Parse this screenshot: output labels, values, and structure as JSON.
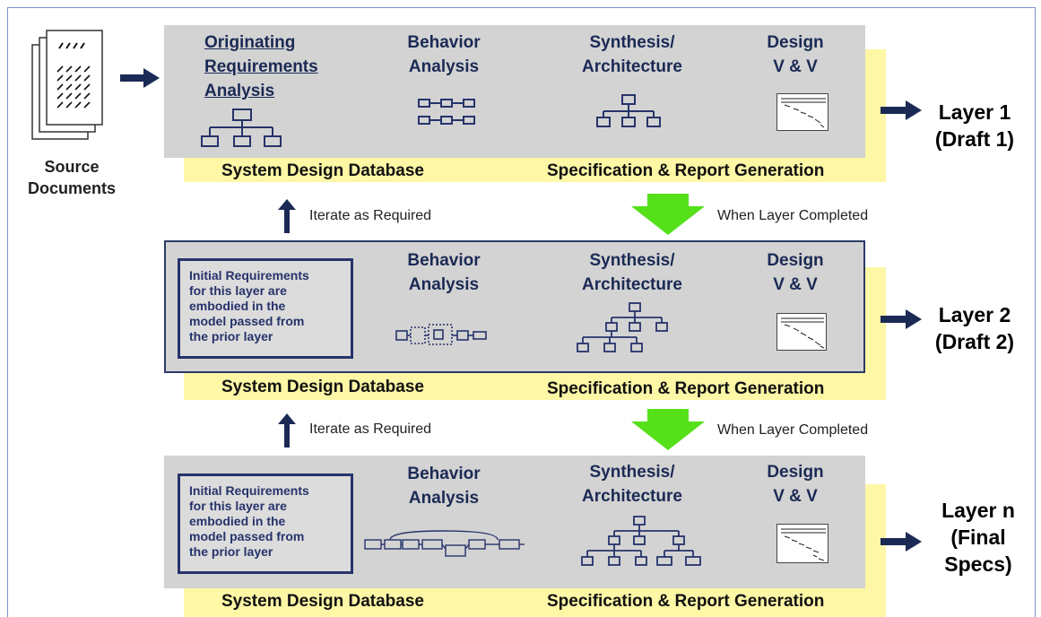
{
  "source": {
    "label": "Source\nDocuments"
  },
  "columns": {
    "originating": "Originating\nRequirements\nAnalysis",
    "behavior": "Behavior\nAnalysis",
    "synthesis": "Synthesis/\nArchitecture",
    "design": "Design\nV & V"
  },
  "db_label": "System Design Database",
  "spec_label": "Specification & Report Generation",
  "iterate_label": "Iterate as Required",
  "completed_label": "When Layer Completed",
  "note_text": "Initial Requirements\nfor this layer are\nembodied in the\nmodel passed from\nthe prior layer",
  "layers": [
    {
      "label": "Layer 1\n(Draft 1)"
    },
    {
      "label": "Layer 2\n(Draft 2)"
    },
    {
      "label": "Layer n\n(Final\nSpecs)"
    }
  ],
  "colors": {
    "grey": "#d3d3d3",
    "yellow": "#fdf7a6",
    "navy": "#1b2a55",
    "green": "#55e01a"
  }
}
